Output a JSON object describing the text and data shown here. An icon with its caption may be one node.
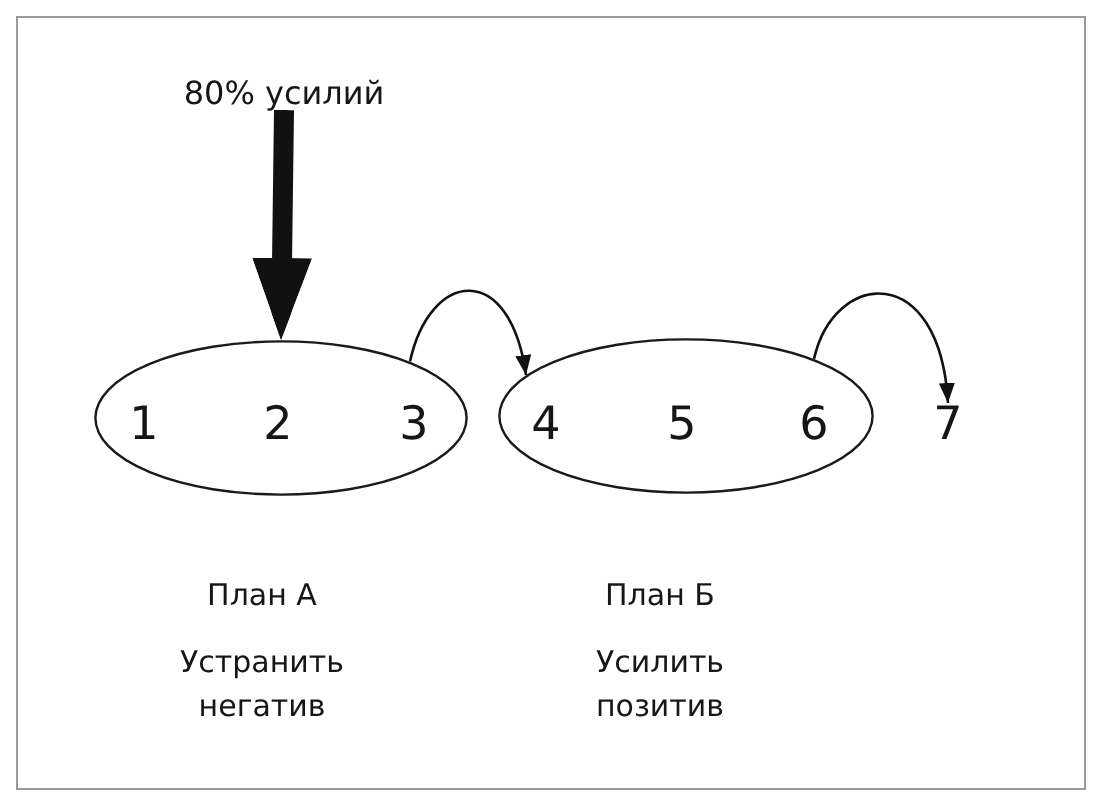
{
  "diagram": {
    "nodes": [
      {
        "text": [
          "80% усилий"
        ]
      },
      {
        "text": [],
        "shape": "ellipse",
        "beside": [
          "План А",
          "Устранить негатив"
        ]
      },
      {
        "text": [
          "1"
        ],
        "in": 1
      },
      {
        "text": [
          "2"
        ],
        "in": 1
      },
      {
        "text": [
          "3"
        ],
        "in": 1
      },
      {
        "text": [],
        "shape": "ellipse",
        "beside": [
          "План Б",
          "Усилить позитив"
        ]
      },
      {
        "text": [
          "4"
        ],
        "in": 5
      },
      {
        "text": [
          "5"
        ],
        "in": 5
      },
      {
        "text": [
          "6"
        ],
        "in": 5
      },
      {
        "text": [
          "7"
        ]
      }
    ],
    "edges": [
      {
        "from": 0,
        "to": 1,
        "arrow": "to",
        "style": "thick"
      },
      {
        "from": 1,
        "to": 5,
        "arrow": "to"
      },
      {
        "from": 5,
        "to": 9,
        "arrow": "to"
      }
    ]
  }
}
